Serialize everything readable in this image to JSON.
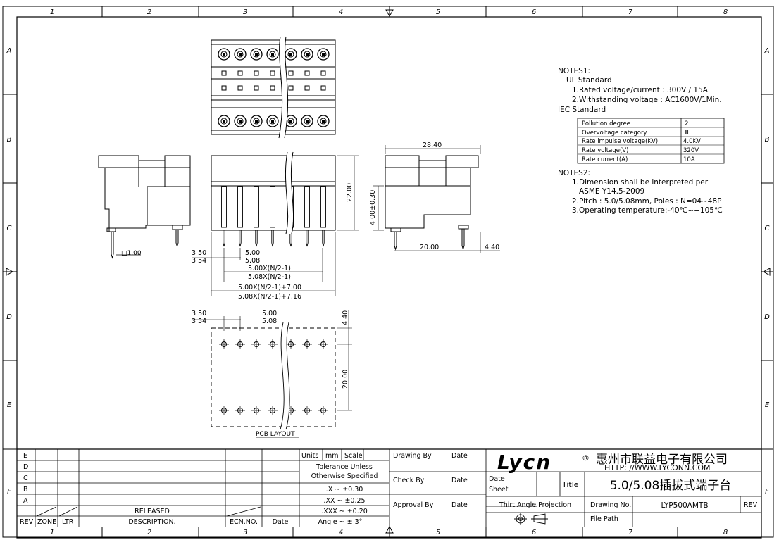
{
  "grid": {
    "columns": [
      "1",
      "2",
      "3",
      "4",
      "5",
      "6",
      "7",
      "8"
    ],
    "rows": [
      "A",
      "B",
      "C",
      "D",
      "E"
    ]
  },
  "dims": {
    "sq": "□1.00",
    "d3_50": "3.50",
    "d3_54": "3.54",
    "d5_00": "5.00",
    "d5_08": "5.08",
    "pitch1": "5.00X(N/2-1)",
    "pitch2": "5.08X(N/2-1)",
    "total1": "5.00X(N/2-1)+7.00",
    "total2": "5.08X(N/2-1)+7.16",
    "h22": "22.00",
    "h4": "4.00±0.30",
    "w28": "28.40",
    "w20": "20.00",
    "w4_40": "4.40",
    "pcb_3_50": "3.50",
    "pcb_3_54": "3.54",
    "pcb_5_00": "5.00",
    "pcb_5_08": "5.08",
    "pcb_4_40": "4.40",
    "pcb_20": "20.00",
    "pcb_label": "PCB LAYOUT"
  },
  "notes1": {
    "title": "NOTES1:",
    "ul": "UL Standard",
    "line1": "1.Rated voltage/current : 300V / 15A",
    "line2": "2.Withstanding voltage : AC1600V/1Min.",
    "iec": "IEC Standard",
    "table": [
      {
        "name": "Pollution degree",
        "value": "2"
      },
      {
        "name": "Overvoltage category",
        "value": "Ⅲ"
      },
      {
        "name": "Rate impulse voltage(KV)",
        "value": "4.0KV"
      },
      {
        "name": "Rate voltage(V)",
        "value": "320V"
      },
      {
        "name": "Rate current(A)",
        "value": "10A"
      }
    ]
  },
  "notes2": {
    "title": "NOTES2:",
    "line1": "1.Dimension shall be interpreted per",
    "line2": "ASME Y14.5-2009",
    "line3": "2.Pitch : 5.0/5.08mm, Poles : N=04~48P",
    "line4": "3.Operating temperature:-40℃~+105℃"
  },
  "revisions": {
    "letters": [
      "E",
      "D",
      "C",
      "B",
      "A"
    ],
    "a_description": "RELEASED",
    "headers": {
      "rev": "REV",
      "zone": "ZONE",
      "ltr": "LTR",
      "description": "DESCRIPTION.",
      "ecn": "ECN.NO.",
      "date": "Date"
    }
  },
  "units": {
    "units": "Units",
    "mm": "mm",
    "scale": "Scale",
    "tol1": "Tolerance Unless",
    "tol2": "Otherwise Specified",
    "x": ".X ~ ±0.30",
    "xx": ".XX ~ ±0.25",
    "xxx": ".XXX ~ ±0.20",
    "angle": "Angle ~ ± 3°"
  },
  "signoff": {
    "drawing_by": "Drawing By",
    "date1": "Date",
    "check_by": "Check By",
    "date2": "Date",
    "approval_by": "Approval By",
    "date3": "Date"
  },
  "company": {
    "logo": "Lycn",
    "registered": "®",
    "name": "惠州市联益电子有限公司",
    "website": "HTTP: //WWW.LYCONN.COM"
  },
  "title_block": {
    "date": "Date",
    "sheet": "Sheet",
    "title_label": "Title",
    "title_value": "5.0/5.08插拔式端子台",
    "projection": "Thirt Angle Projection",
    "drawing_no_label": "Drawing No.",
    "drawing_no_value": "LYP500AMTB",
    "rev": "REV",
    "file_path": "File Path"
  }
}
